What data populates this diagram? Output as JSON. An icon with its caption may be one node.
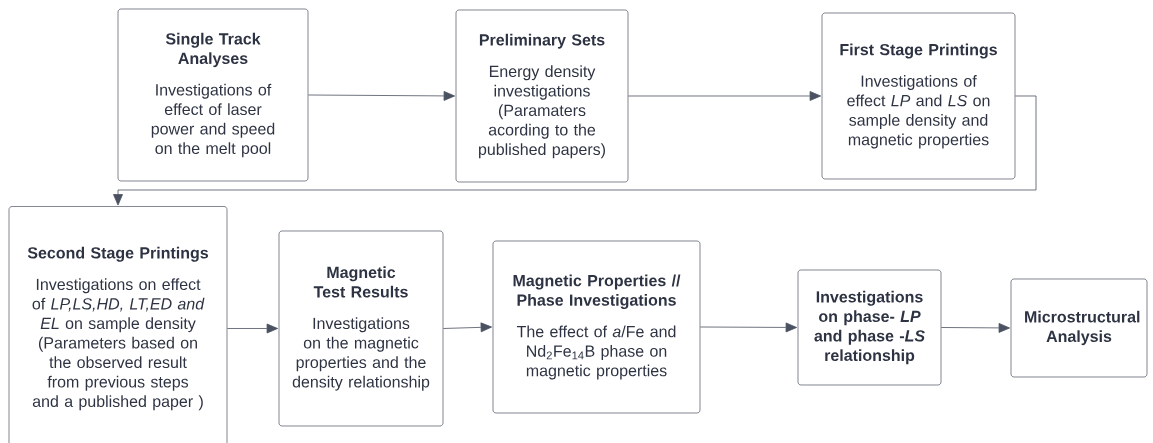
{
  "diagram": {
    "nodes": [
      {
        "text": [
          "Single Track Analyses",
          "Investigations of effect of laser power and speed on the melt pool"
        ]
      },
      {
        "text": [
          "Preliminary Sets",
          "Energy density investigations (Paramaters acording to the published papers)"
        ]
      },
      {
        "text": [
          "First Stage Printings",
          "Investigations of effect  *LP* and *LS* on sample density and magnetic properties"
        ]
      },
      {
        "text": [
          "Second Stage Printings",
          "Investigations on effect of *LP,LS,HD, LT,ED and EL* on sample density (Parameters based on the observed result from previous steps and a published paper )"
        ]
      },
      {
        "text": [
          "Magnetic Test Results",
          "Investigations on the magnetic properties and the density relationship"
        ]
      },
      {
        "text": [
          "Magnetic Properties // Phase Investigations",
          "The effect of *a*/Fe and Nd$_{2}$Fe$_{14}$B phase on magnetic properties"
        ]
      },
      {
        "text": [
          "Investigations on phase- *LP* and phase -*LS* relationship"
        ]
      },
      {
        "text": [
          "Microstructural Analysis"
        ]
      }
    ],
    "edges": [
      {
        "from": 0,
        "to": 1,
        "arrow": "to"
      },
      {
        "from": 1,
        "to": 2,
        "arrow": "to"
      },
      {
        "from": 2,
        "to": 3,
        "arrow": "to"
      },
      {
        "from": 3,
        "to": 4,
        "arrow": "to"
      },
      {
        "from": 4,
        "to": 5,
        "arrow": "to"
      },
      {
        "from": 5,
        "to": 6,
        "arrow": "to"
      },
      {
        "from": 6,
        "to": 7,
        "arrow": "to"
      }
    ]
  }
}
